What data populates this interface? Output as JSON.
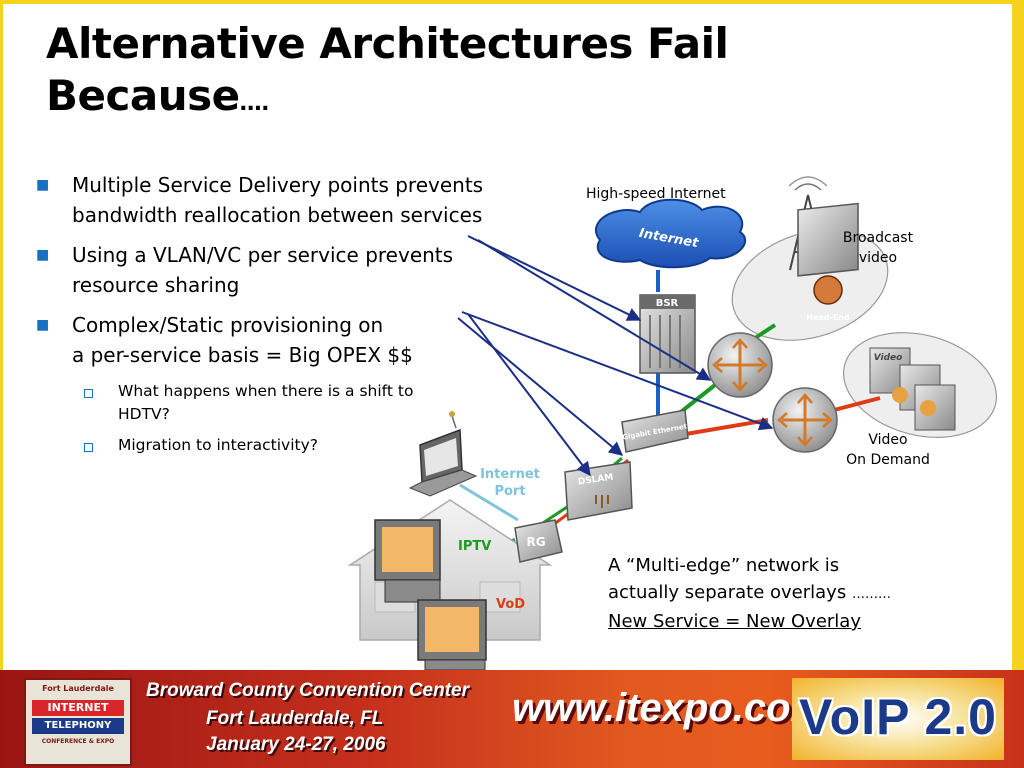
{
  "slide": {
    "title_line1": "Alternative Architectures Fail",
    "title_line2": "Because",
    "title_ellipsis": "….",
    "bullets": [
      {
        "line1": "Multiple Service Delivery points prevents",
        "line2": "bandwidth reallocation between services"
      },
      {
        "line1": "Using a VLAN/VC per service prevents",
        "line2": "resource sharing"
      },
      {
        "line1": "Complex/Static provisioning on",
        "line2": "a per-service basis = Big OPEX $$"
      }
    ],
    "subbullets": [
      "What happens when there is a shift to HDTV?",
      "Migration to interactivity?"
    ],
    "bullet_color": "#1a6fc0"
  },
  "diagram": {
    "label_internet_top": "High-speed Internet",
    "cloud_label": "Internet",
    "label_broadcast": "Broadcast video",
    "label_broadcast_l1": "Broadcast",
    "label_broadcast_l2": "video",
    "headend_label": "Head-End",
    "bsr_label": "BSR",
    "gige_label": "Gigabit Ethernet",
    "dslam_label": "DSLAM",
    "rg_label": "RG",
    "video_label": "Video",
    "label_vod_l1": "Video",
    "label_vod_l2": "On Demand",
    "label_internet_port_l1": "Internet",
    "label_internet_port_l2": "Port",
    "label_iptv": "IPTV",
    "label_vod_short": "VoD",
    "icons": [
      "internet-cloud-icon",
      "broadcast-tower-icon",
      "router-icon",
      "dslam-icon",
      "laptop-icon",
      "tv-icon",
      "house-icon"
    ],
    "colors": {
      "green": "#1c9a24",
      "red": "#e03c14",
      "blue": "#1a5fc8",
      "arrow": "#1b2f86",
      "internet_port": "#7fc4dc"
    }
  },
  "caption": {
    "line1": "A “Multi-edge” network is",
    "line2": "actually separate overlays",
    "line2_tail": "………",
    "line3": "New Service = New Overlay"
  },
  "banner": {
    "line1": "Broward County Convention Center",
    "line2": "Fort Lauderdale, FL",
    "line3": "January 24-27, 2006",
    "url": "www.itexpo.com",
    "voip": "VoIP 2.0",
    "logo_line1": "Fort Lauderdale",
    "logo_line2": "INTERNET",
    "logo_line3": "TELEPHONY",
    "logo_line4": "CONFERENCE & EXPO"
  }
}
